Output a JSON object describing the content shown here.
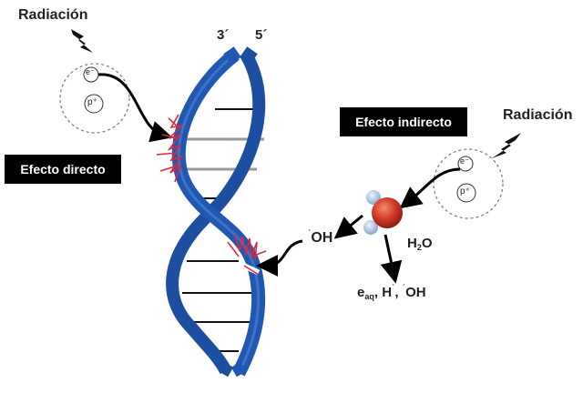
{
  "left": {
    "radiation_label": "Radiación",
    "electron_symbol": "e⁻",
    "proton_symbol": "p⁺",
    "effect_label": "Efecto directo"
  },
  "right": {
    "radiation_label": "Radiación",
    "electron_symbol": "e⁻",
    "proton_symbol": "p⁺",
    "effect_label": "Efecto indirecto"
  },
  "dna": {
    "strand_end_3": "3´",
    "strand_end_5": "5´"
  },
  "radiolysis": {
    "water": {
      "base": "H",
      "subscript": "2",
      "tail": "O"
    },
    "hydroxyl_radical": {
      "dot": "˙",
      "text": "OH"
    },
    "products": {
      "e": "e",
      "e_sub": "aq",
      "sep1": ", H",
      "h_sup": "˙",
      "sep2": ", ",
      "oh_dot": "˙",
      "oh": "OH"
    }
  },
  "colors": {
    "strand_blue": "#2057b0",
    "damage_red": "#e0283c",
    "water_oxygen": "#d23a26",
    "water_hydrogen": "#a9c6e3"
  }
}
